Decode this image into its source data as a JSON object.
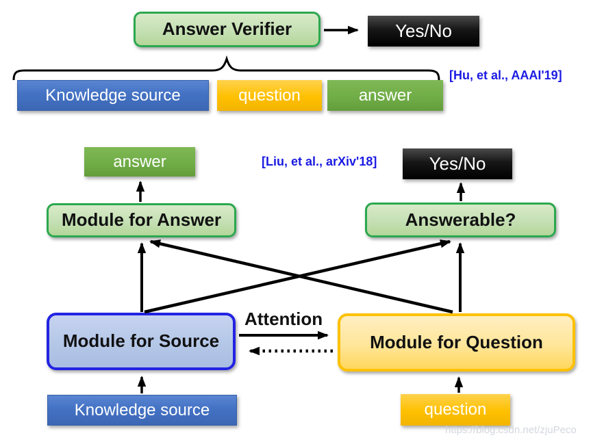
{
  "verifier_diagram": {
    "verifier_label": "Answer Verifier",
    "output_label": "Yes/No",
    "citation": "[Hu, et al., AAAI'19]",
    "inputs": {
      "knowledge_source": "Knowledge source",
      "question": "question",
      "answer": "answer"
    }
  },
  "module_diagram": {
    "citation": "[Liu, et al., arXiv'18]",
    "answer_output": "answer",
    "yesno_output": "Yes/No",
    "module_for_answer": "Module for Answer",
    "answerable_label": "Answerable?",
    "module_for_source": "Module for Source",
    "module_for_question": "Module for Question",
    "attention_label": "Attention",
    "knowledge_source_input": "Knowledge source",
    "question_input": "question"
  },
  "watermark": "https://blog.csdn.net/zjuPeco",
  "colors": {
    "input_blue": "#4472C4",
    "input_gold": "#FFC000",
    "input_green": "#70AD47",
    "module_green_border": "#2BA84F",
    "module_green_fill": "#C5E0B4",
    "module_blue_border": "#2323E2",
    "module_blue_fill": "#B4C7E7",
    "module_gold_border": "#FDC101",
    "module_gold_fill": "#FFE699",
    "citation_blue": "#1B1AE2",
    "result_black": "#000000"
  }
}
